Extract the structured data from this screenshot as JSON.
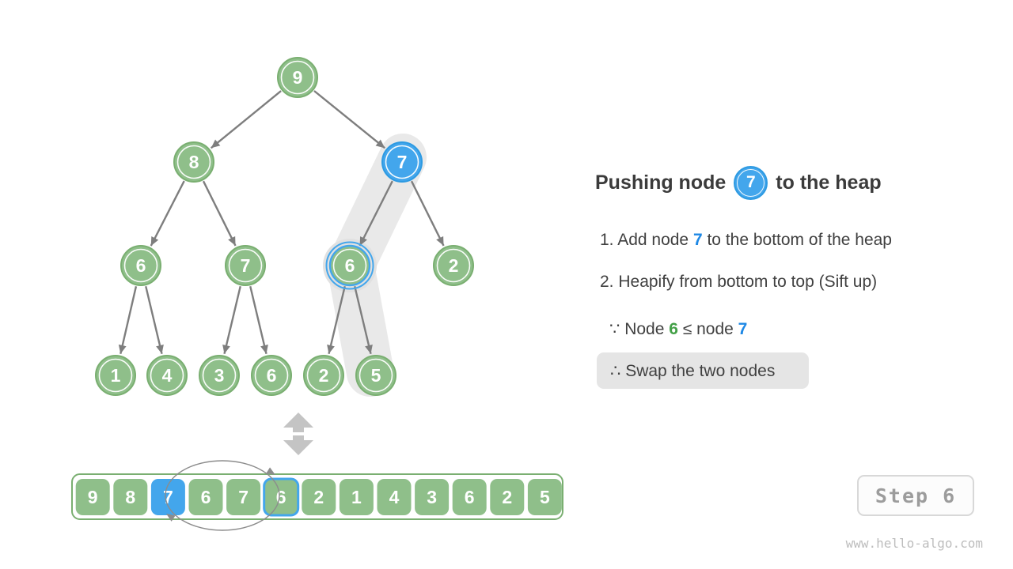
{
  "heading": {
    "pre": "Pushing node",
    "node_value": "7",
    "post": "to the heap"
  },
  "steps": [
    {
      "pre": "1. Add node ",
      "num": "7",
      "post": " to the bottom of the heap"
    },
    {
      "text": "2. Heapify from bottom to top (Sift up)"
    }
  ],
  "because": {
    "pre": "∵ Node ",
    "green": "6",
    "mid": " ≤ node ",
    "blue": "7"
  },
  "therefore": "∴ Swap the two nodes",
  "step_badge": "Step 6",
  "watermark": "www.hello-algo.com",
  "tree": {
    "nodes": [
      {
        "value": "9",
        "style": "green"
      },
      {
        "value": "8",
        "style": "green"
      },
      {
        "value": "7",
        "style": "blue"
      },
      {
        "value": "6",
        "style": "green"
      },
      {
        "value": "7",
        "style": "green"
      },
      {
        "value": "6",
        "style": "green-ring"
      },
      {
        "value": "2",
        "style": "green"
      },
      {
        "value": "1",
        "style": "green"
      },
      {
        "value": "4",
        "style": "green"
      },
      {
        "value": "3",
        "style": "green"
      },
      {
        "value": "6",
        "style": "green"
      },
      {
        "value": "2",
        "style": "green"
      },
      {
        "value": "5",
        "style": "green"
      }
    ],
    "edges": [
      [
        0,
        1
      ],
      [
        0,
        2
      ],
      [
        1,
        3
      ],
      [
        1,
        4
      ],
      [
        2,
        5
      ],
      [
        2,
        6
      ],
      [
        3,
        7
      ],
      [
        3,
        8
      ],
      [
        4,
        9
      ],
      [
        4,
        10
      ],
      [
        5,
        11
      ],
      [
        5,
        12
      ]
    ]
  },
  "array": {
    "values": [
      "9",
      "8",
      "7",
      "6",
      "7",
      "6",
      "2",
      "1",
      "4",
      "3",
      "6",
      "2",
      "5"
    ],
    "styles": {
      "2": "blue-fill",
      "5": "blue-border"
    }
  },
  "colors": {
    "green": "#8FBF8A",
    "green_border": "#7AAF71",
    "blue": "#43A6EC",
    "blue_border": "#2D9AE2",
    "band": "#E9E9E9",
    "blob": "#E1E1E1",
    "arrow": "#7E7E7E",
    "big_arrow": "#C4C4C4",
    "ellipse": "#8C8C8C"
  }
}
